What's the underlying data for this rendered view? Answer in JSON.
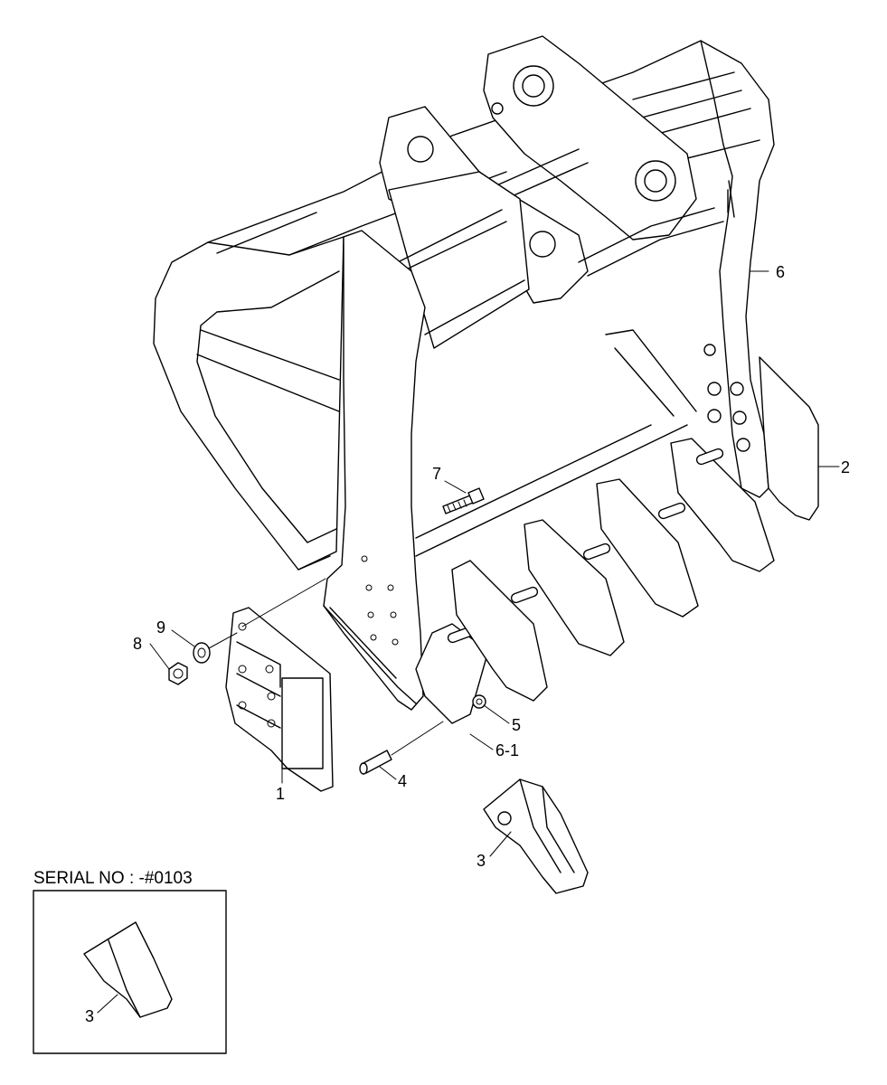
{
  "callouts": {
    "c1": "1",
    "c2": "2",
    "c3": "3",
    "c3_inset": "3",
    "c4": "4",
    "c5": "5",
    "c6": "6",
    "c6_1": "6-1",
    "c7": "7",
    "c8": "8",
    "c9": "9"
  },
  "inset": {
    "title": "SERIAL NO : -#0103"
  }
}
